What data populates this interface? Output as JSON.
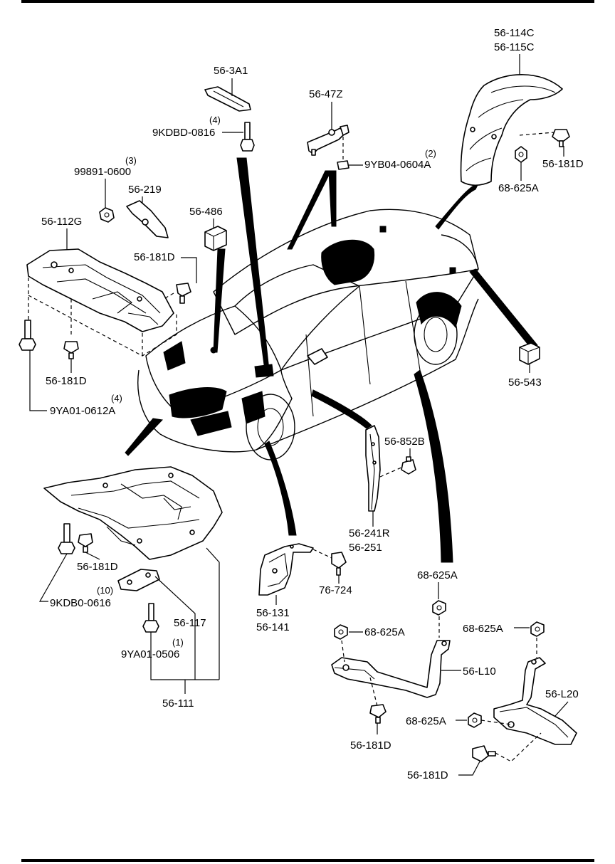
{
  "diagram_labels": {
    "p56_114C": "56-114C",
    "p56_115C": "56-115C",
    "p56_3A1": "56-3A1",
    "p56_47Z": "56-47Z",
    "q_9KDBD": "(4)",
    "p9KDBD_0816": "9KDBD-0816",
    "q_9YB04": "(2)",
    "p9YB04_0604A": "9YB04-0604A",
    "q_99891": "(3)",
    "p99891_0600": "99891-0600",
    "p56_219": "56-219",
    "p56_181D_rear": "56-181D",
    "p68_625A_rear": "68-625A",
    "p56_486": "56-486",
    "p56_112G": "56-112G",
    "p56_181D_a": "56-181D",
    "p56_181D_b": "56-181D",
    "q_9YA01_0612A": "(4)",
    "p9YA01_0612A": "9YA01-0612A",
    "p56_543": "56-543",
    "p56_852B": "56-852B",
    "p56_241R": "56-241R",
    "p56_251": "56-251",
    "p56_181D_c": "56-181D",
    "q_9KDB0": "(10)",
    "p9KDB0_0616": "9KDB0-0616",
    "p56_117": "56-117",
    "q_9YA01_0506": "(1)",
    "p9YA01_0506": "9YA01-0506",
    "p56_111": "56-111",
    "p76_724": "76-724",
    "p56_131": "56-131",
    "p56_141": "56-141",
    "p68_625A_top": "68-625A",
    "p68_625A_left": "68-625A",
    "p56_L10": "56-L10",
    "p68_625A_right": "68-625A",
    "p56_L20": "56-L20",
    "p68_625A_mid": "68-625A",
    "p56_181D_d": "56-181D",
    "p56_181D_e": "56-181D"
  }
}
